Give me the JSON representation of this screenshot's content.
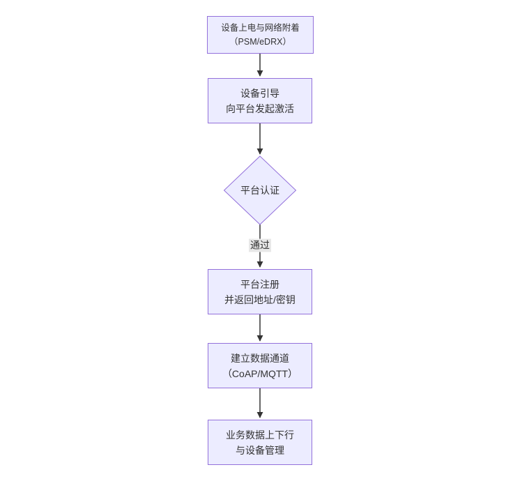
{
  "diagram": {
    "type": "flowchart-top-down",
    "colors": {
      "node_fill": "#ECECFF",
      "node_border": "#9370DB",
      "text": "#333333",
      "arrow": "#333333",
      "edge_label_bg": "#e8e8e8",
      "background": "#ffffff"
    },
    "nodes": [
      {
        "id": "power-attach",
        "shape": "rect",
        "lines": [
          "设备上电与网络附着",
          "（PSM/eDRX）"
        ]
      },
      {
        "id": "bootstrap",
        "shape": "rect",
        "lines": [
          "设备引导",
          "向平台发起激活"
        ]
      },
      {
        "id": "platform-auth",
        "shape": "diamond",
        "lines": [
          "平台认证"
        ]
      },
      {
        "id": "register",
        "shape": "rect",
        "lines": [
          "平台注册",
          "并返回地址/密钥"
        ]
      },
      {
        "id": "data-channel",
        "shape": "rect",
        "lines": [
          "建立数据通道",
          "（CoAP/MQTT）"
        ]
      },
      {
        "id": "business-data",
        "shape": "rect",
        "lines": [
          "业务数据上下行",
          "与设备管理"
        ]
      }
    ],
    "edges": [
      {
        "from": "power-attach",
        "to": "bootstrap",
        "label": ""
      },
      {
        "from": "bootstrap",
        "to": "platform-auth",
        "label": ""
      },
      {
        "from": "platform-auth",
        "to": "register",
        "label": "通过"
      },
      {
        "from": "register",
        "to": "data-channel",
        "label": ""
      },
      {
        "from": "data-channel",
        "to": "business-data",
        "label": ""
      }
    ]
  }
}
